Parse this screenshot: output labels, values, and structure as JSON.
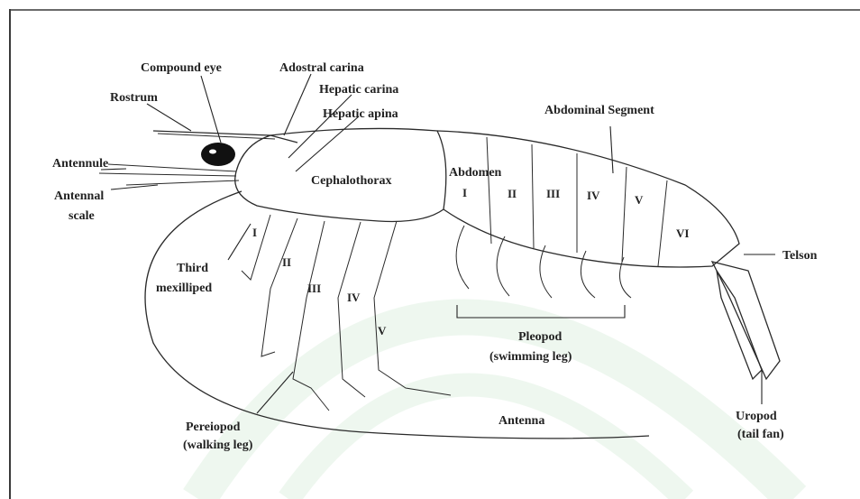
{
  "labels": {
    "compound_eye": "Compound eye",
    "adostral_carina": "Adostral carina",
    "rostrum": "Rostrum",
    "hepatic_carina": "Hepatic carina",
    "hepatic_spina": "Hepatic apina",
    "antennule": "Antennule",
    "antennal_scale_1": "Antennal",
    "antennal_scale_2": "scale",
    "cephalothorax": "Cephalothorax",
    "abdomen": "Abdomen",
    "abdominal_segment": "Abdominal Segment",
    "telson": "Telson",
    "third_maxilliped_1": "Third",
    "third_maxilliped_2": "mexilliped",
    "pleopod_1": "Pleopod",
    "pleopod_2": "(swimming leg)",
    "pereiopod_1": "Pereiopod",
    "pereiopod_2": "(walking leg)",
    "antenna": "Antenna",
    "uropod_1": "Uropod",
    "uropod_2": "(tail fan)"
  },
  "segments": [
    "I",
    "II",
    "III",
    "IV",
    "V",
    "VI"
  ],
  "walking_legs": [
    "I",
    "II",
    "III",
    "IV",
    "V"
  ],
  "colors": {
    "line": "#2a2a2a",
    "watermark": "#cfe8d4",
    "eye": "#111111"
  }
}
